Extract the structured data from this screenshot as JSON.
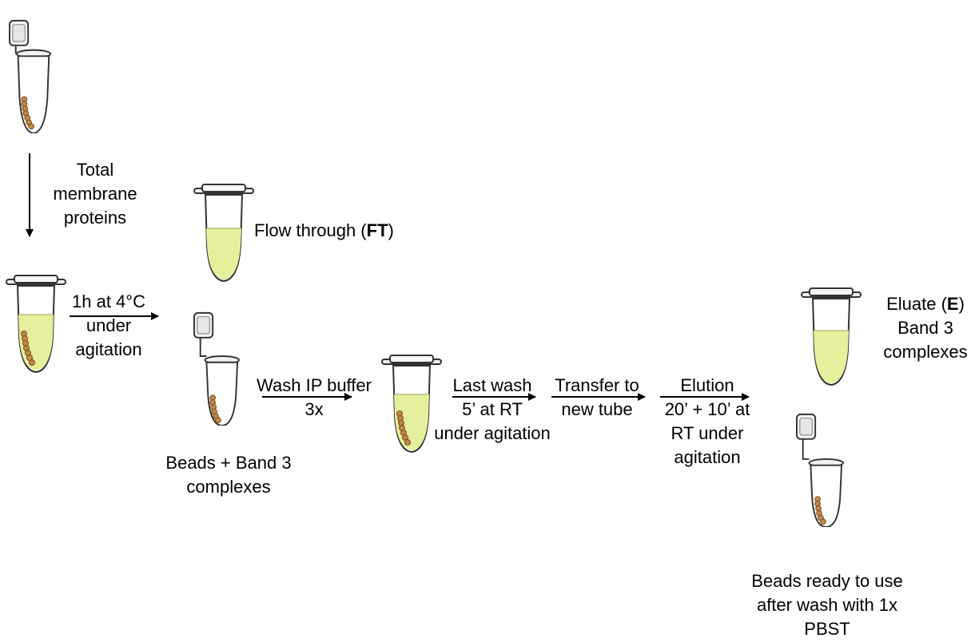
{
  "steps": {
    "total_membrane": [
      "Total",
      "membrane",
      "proteins"
    ],
    "incubation": [
      "1h at 4°C",
      "under",
      "agitation"
    ],
    "flow_through": {
      "prefix": "Flow through (",
      "bold": "FT",
      "suffix": ")"
    },
    "beads_band3": [
      "Beads + Band 3",
      "complexes"
    ],
    "wash": [
      "Wash IP buffer",
      "3x"
    ],
    "last_wash": [
      "Last wash",
      "5’ at RT",
      "under agitation"
    ],
    "transfer": [
      "Transfer to",
      "new tube"
    ],
    "elution": [
      "Elution",
      "20’ + 10’ at",
      "RT under",
      "agitation"
    ],
    "eluate": {
      "line1_prefix": "Eluate (",
      "line1_bold": "E",
      "line1_suffix": ")",
      "line2": "Band 3",
      "line3": "complexes"
    },
    "beads_ready": [
      "Beads ready to use",
      "after wash with 1x",
      "PBST"
    ]
  },
  "colors": {
    "liquid": "#e6ef9c",
    "bead": "#c08a4a",
    "bead_outline": "#7a4a1a",
    "outline": "#333333"
  }
}
